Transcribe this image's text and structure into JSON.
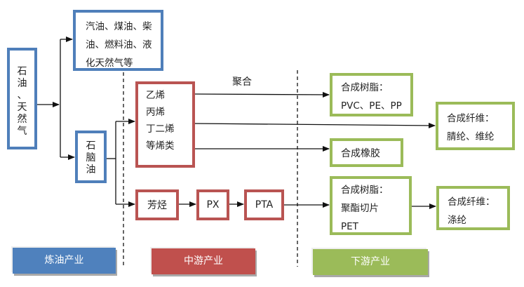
{
  "diagram": {
    "source": {
      "chars": [
        "石",
        "油",
        "、",
        "天",
        "然",
        "气"
      ]
    },
    "fuels": {
      "lines": [
        "汽油、煤油、柴",
        "油、燃料油、液",
        "化天然气等"
      ]
    },
    "naphtha": {
      "chars": [
        "石",
        "脑",
        "油"
      ]
    },
    "olefins": {
      "lines": [
        "乙烯",
        "丙烯",
        "丁二烯",
        "等烯类"
      ]
    },
    "aromatics": {
      "label": "芳烃"
    },
    "px": {
      "label": "PX"
    },
    "pta": {
      "label": "PTA"
    },
    "polymerization_label": "聚合",
    "resin_pvc": {
      "lines": [
        "合成树脂：",
        "PVC、PE、PP"
      ]
    },
    "fiber_acrylic": {
      "lines": [
        "合成纤维：",
        "腈纶、维纶"
      ]
    },
    "rubber": {
      "label": "合成橡胶"
    },
    "resin_pet": {
      "lines": [
        "合成树脂：",
        "聚酯切片",
        "PET"
      ]
    },
    "fiber_polyester": {
      "lines": [
        "合成纤维：",
        "涤纶"
      ]
    }
  },
  "stages": [
    {
      "label": "炼油产业",
      "color": "#4f81bd"
    },
    {
      "label": "中游产业",
      "color": "#c0504d"
    },
    {
      "label": "下游产业",
      "color": "#9bbb59"
    }
  ],
  "colors": {
    "upstream_border": "#4f7fba",
    "midstream_border": "#b95452",
    "downstream_border": "#9bbb59"
  }
}
